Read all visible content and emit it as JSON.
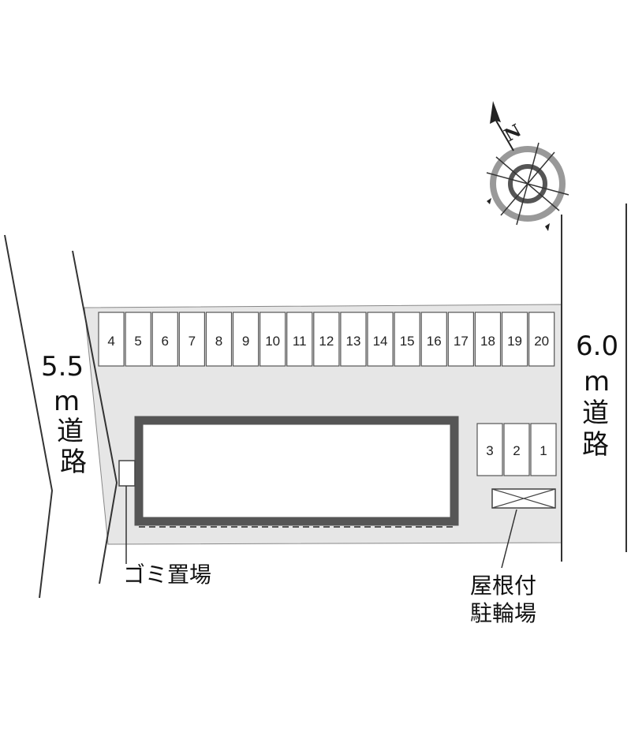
{
  "roads": {
    "left": {
      "width": "5.5",
      "unit": "m",
      "word1": "道",
      "word2": "路"
    },
    "right": {
      "width": "6.0",
      "unit": "m",
      "word1": "道",
      "word2": "路"
    }
  },
  "parking": {
    "top_row": [
      "4",
      "5",
      "6",
      "7",
      "8",
      "9",
      "10",
      "11",
      "12",
      "13",
      "14",
      "15",
      "16",
      "17",
      "18",
      "19",
      "20"
    ],
    "right_block": [
      "3",
      "2",
      "1"
    ]
  },
  "labels": {
    "garbage": "ゴミ置場",
    "bike_line1": "屋根付",
    "bike_line2": "駐輪場"
  },
  "compass": {
    "north": "N"
  },
  "colors": {
    "lot": "#e6e6e6",
    "building_border": "#555555",
    "compass_ring": "#999999",
    "line": "#444444"
  }
}
